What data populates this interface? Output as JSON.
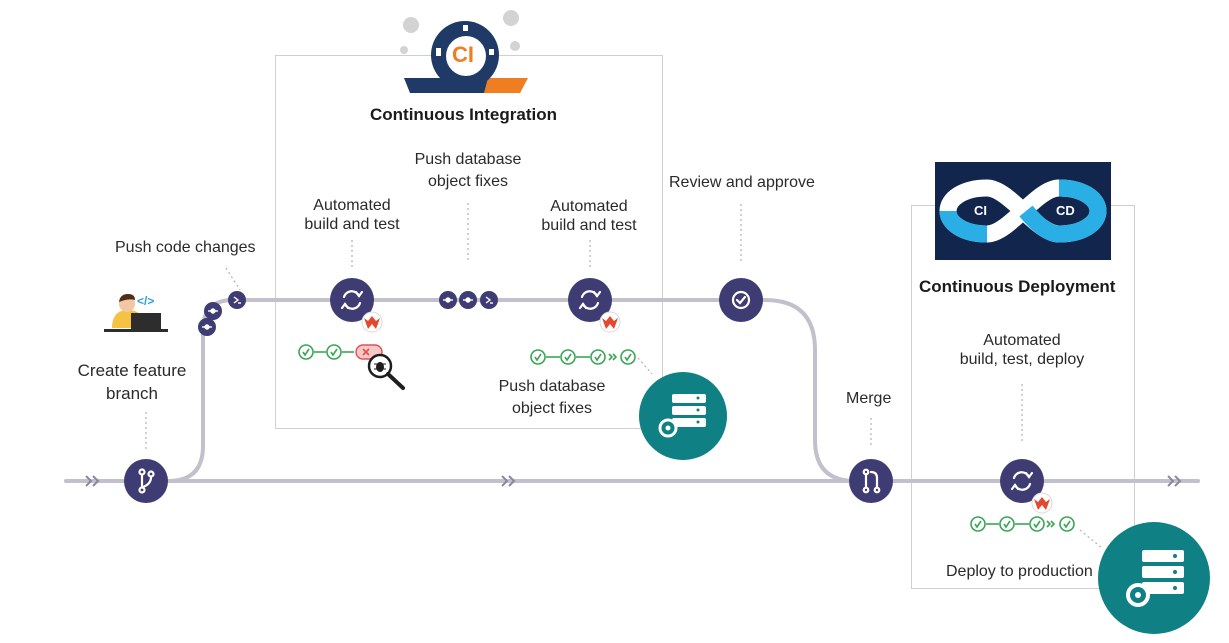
{
  "diagram": {
    "labels": {
      "create_feature_branch_1": "Create feature",
      "create_feature_branch_2": "branch",
      "push_code_changes": "Push code changes",
      "automated_build_test_1a": "Automated",
      "automated_build_test_1b": "build and test",
      "push_db_fixes_top_1": "Push database",
      "push_db_fixes_top_2": "object fixes",
      "automated_build_test_2a": "Automated",
      "automated_build_test_2b": "build and test",
      "push_db_fixes_bottom_1": "Push database",
      "push_db_fixes_bottom_2": "object fixes",
      "review_and_approve": "Review and approve",
      "merge": "Merge",
      "automated_build_deploy_1": "Automated",
      "automated_build_deploy_2": "build, test, deploy",
      "deploy_to_production": "Deploy to production"
    },
    "sections": {
      "ci_title": "Continuous Integration",
      "cd_title": "Continuous Deployment"
    },
    "logos": {
      "ci_badge": "CI",
      "cicd_left": "CI",
      "cicd_right": "CD"
    },
    "colors": {
      "node": "#3f3c74",
      "track": "#c2c0cc",
      "teal": "#0f8083",
      "check_green": "#3aa655",
      "fail_red": "#e05050",
      "ci_orange": "#ef7d22",
      "cicd_navy": "#12264d",
      "cicd_cyan": "#29aee6"
    }
  }
}
